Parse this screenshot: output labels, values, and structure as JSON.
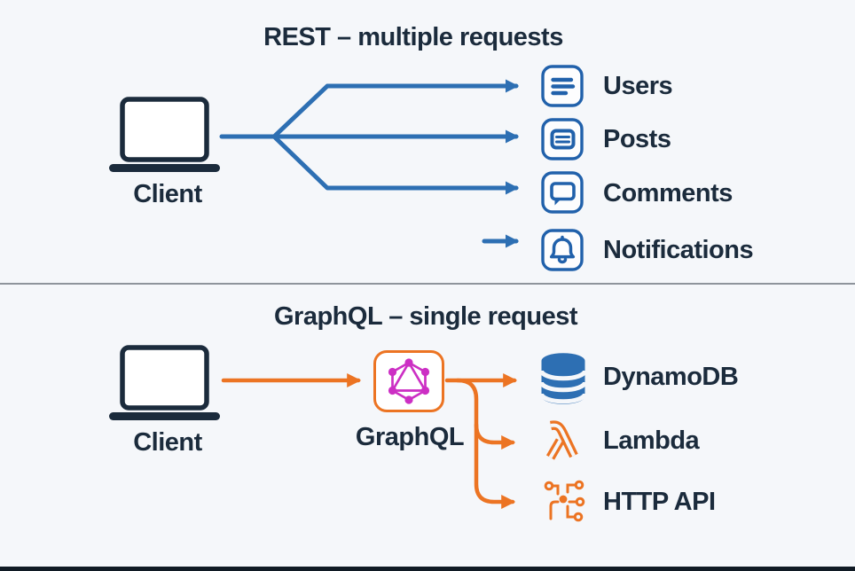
{
  "background_color": "#F5F7FA",
  "accent_colors": {
    "blue": "#2D6FB3",
    "icon_blue": "#2161AB",
    "orange": "#EC7423",
    "graphql_magenta": "#CC2FC4",
    "navy": "#1B2B3C",
    "divider_gray": "#8E949B"
  },
  "rest_section": {
    "title": "REST – multiple requests",
    "client": {
      "label": "Client",
      "icon": "laptop-icon"
    },
    "services": [
      {
        "label": "Users",
        "icon": "list-lines-icon"
      },
      {
        "label": "Posts",
        "icon": "post-card-icon"
      },
      {
        "label": "Comments",
        "icon": "chat-bubble-icon"
      },
      {
        "label": "Notifications",
        "icon": "bell-icon"
      }
    ]
  },
  "graphql_section": {
    "title": "GraphQL – single request",
    "client": {
      "label": "Client",
      "icon": "laptop-icon"
    },
    "gateway": {
      "label": "GraphQL",
      "icon": "graphql-logo-icon"
    },
    "services": [
      {
        "label": "DynamoDB",
        "icon": "database-cylinder-icon"
      },
      {
        "label": "Lambda",
        "icon": "lambda-icon"
      },
      {
        "label": "HTTP API",
        "icon": "api-circuit-icon"
      }
    ]
  }
}
